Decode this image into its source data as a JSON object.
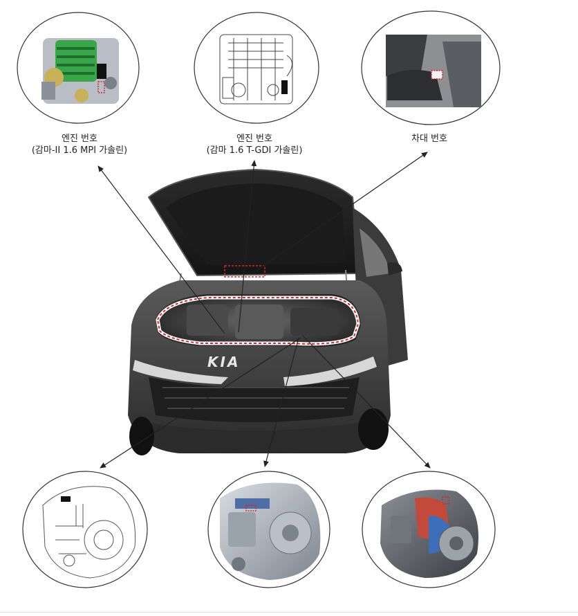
{
  "labels": {
    "engine_mpi_line1": "엔진 번호",
    "engine_mpi_line2": "(감마-II 1.6 MPI 가솔린)",
    "engine_tgdi_line1": "엔진 번호",
    "engine_tgdi_line2": "(감마 1.6 T-GDI 가솔린)",
    "vin": "차대 번호"
  },
  "car": {
    "emblem": "KIA"
  },
  "colors": {
    "highlight": "#d8262c",
    "arrow": "#222222",
    "engine_green": "#3aa64a"
  }
}
